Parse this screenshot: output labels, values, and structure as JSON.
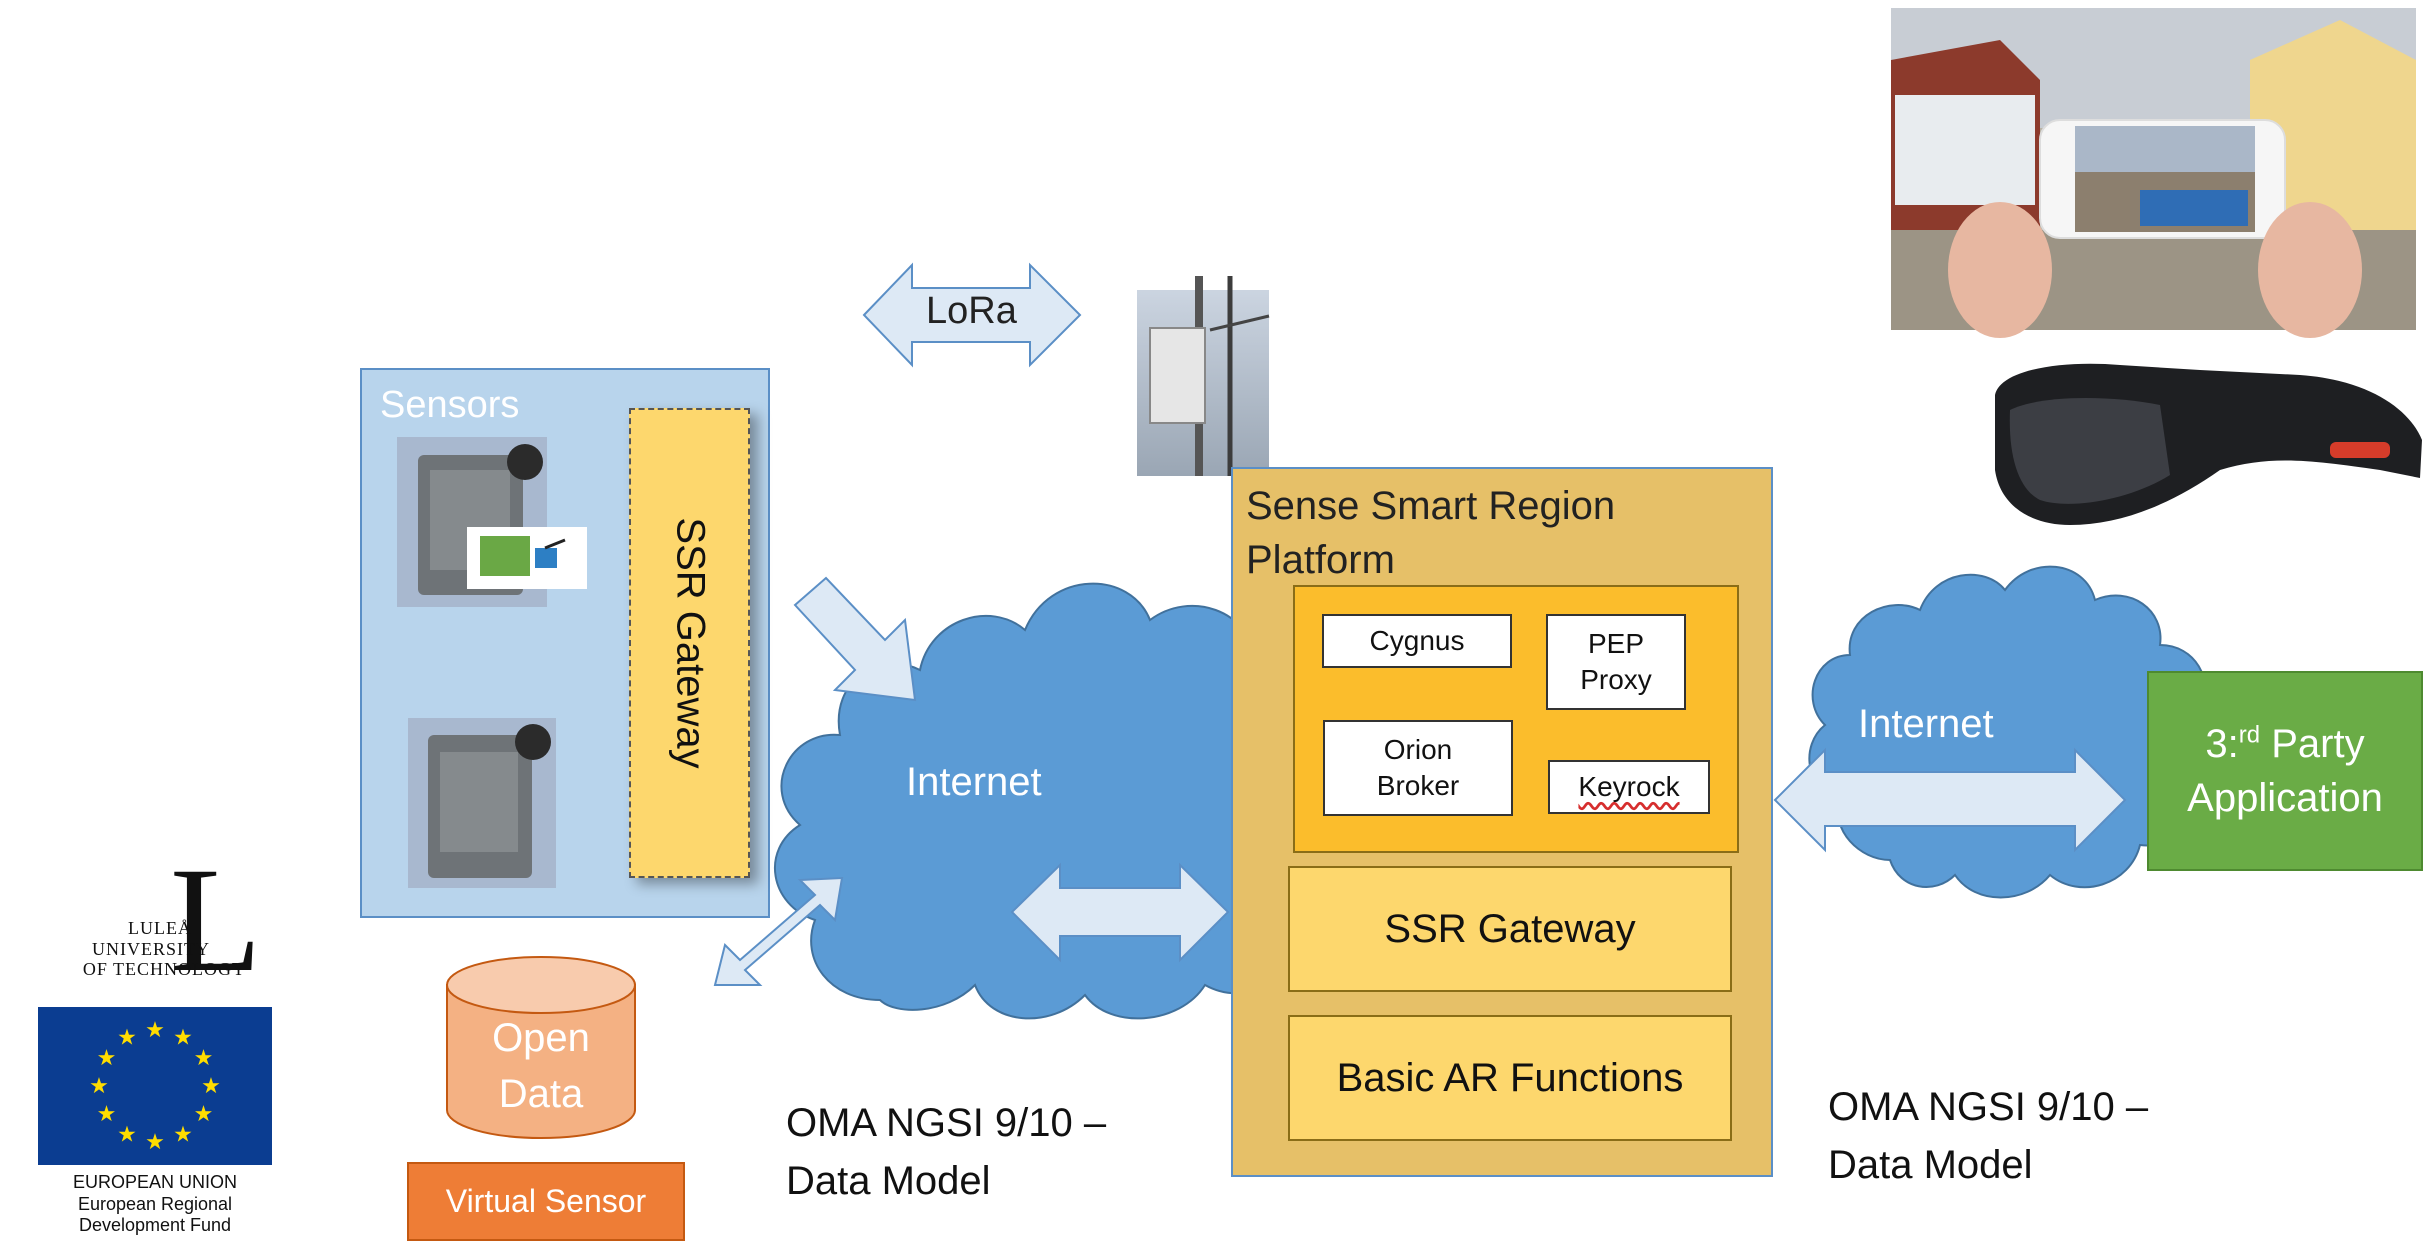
{
  "sensors": {
    "label": "Sensors",
    "ssr_gateway_vertical": "SSR Gateway"
  },
  "lora": {
    "label": "LoRa"
  },
  "internet_left": {
    "label": "Internet"
  },
  "internet_right": {
    "label": "Internet"
  },
  "platform": {
    "title_line1": "Sense Smart Region",
    "title_line2": "Platform",
    "components": {
      "cygnus": "Cygnus",
      "pep_proxy": "PEP\nProxy",
      "orion_broker": "Orion\nBroker",
      "keyrock": "Keyrock"
    },
    "ssr_gateway": "SSR Gateway",
    "basic_ar": "Basic AR Functions"
  },
  "third_party": {
    "prefix": "3:",
    "superscript": "rd",
    "suffix": " Party",
    "line2": "Application"
  },
  "open_data": {
    "line1": "Open",
    "line2": "Data"
  },
  "virtual_sensor": {
    "label": "Virtual Sensor"
  },
  "oma_left": {
    "line1": "OMA NGSI 9/10 –",
    "line2": "Data Model"
  },
  "oma_right": {
    "line1": "OMA NGSI 9/10 –",
    "line2": "Data Model"
  },
  "ltu_logo": {
    "line1": "LULEÅ",
    "line2": "UNIVERSITY",
    "line3": "OF TECHNOLOGY",
    "letter": "L"
  },
  "eu_logo": {
    "line1": "EUROPEAN UNION",
    "line2": "European Regional",
    "line3": "Development Fund"
  },
  "colors": {
    "sensors_bg": "#b8d4ec",
    "platform_bg": "#e6c068",
    "inner_bg": "#fbbd2c",
    "yellow_box": "#fdd76d",
    "cloud": "#5b9bd5",
    "arrow_fill": "#dde9f5",
    "third_party": "#6aac46",
    "open_data": "#f4b183",
    "virtual_sensor": "#ee7d36",
    "eu_blue": "#0b3d91",
    "eu_star": "#ffdd00"
  }
}
